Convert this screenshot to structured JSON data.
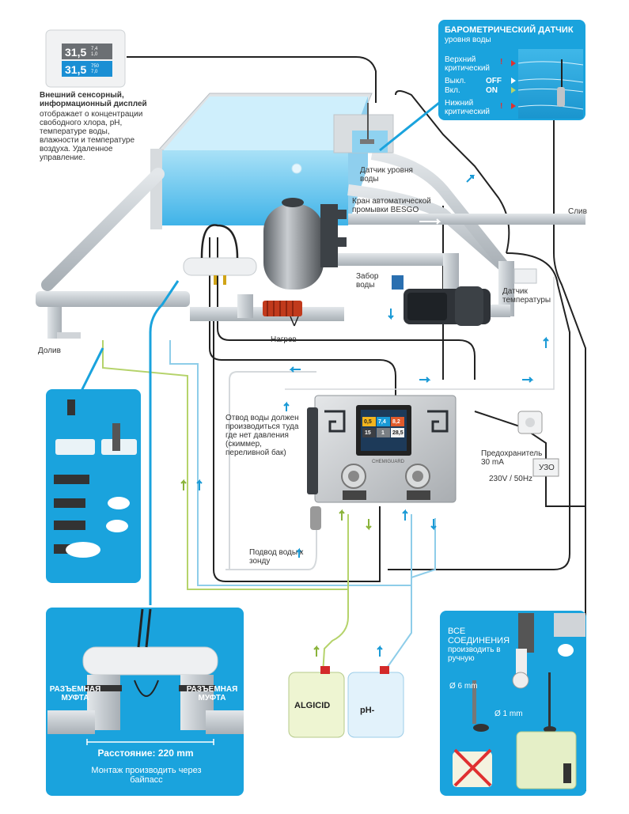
{
  "display_device": {
    "value_top": "31,5",
    "value_bottom": "31,5",
    "small_top_1": "7,4",
    "small_top_2": "1,0",
    "small_bot_1": "750",
    "small_bot_2": "7,0",
    "caption_title": "Внешний сенсорный, информационный дисплей",
    "caption_body": "отображает о концентрации свободного хлора, pH, температуре воды, влажности и температуре воздуха. Удаленное управление."
  },
  "sensor_panel": {
    "title": "БАРОМЕТРИЧЕСКИЙ ДАТЧИК",
    "subtitle": "уровня воды",
    "rows": [
      {
        "label": "Верхний критический",
        "mark": "!"
      },
      {
        "label": "Выкл.",
        "state": "OFF"
      },
      {
        "label": "Вкл.",
        "state": "ON"
      },
      {
        "label": "Нижний критический",
        "mark": "!"
      }
    ]
  },
  "labels": {
    "level_sensor": "Датчик уровня воды",
    "flush_valve": "Кран автоматической промывки BESGO",
    "drain": "Слив",
    "water_intake": "Забор воды",
    "temp_sensor": "Датчик температуры",
    "heating": "Нагрев",
    "refill": "Долив",
    "water_return": "Отвод воды должен производиться туда где нет давления (скиммер, переливной бак)",
    "water_supply_probe": "Подвод воды к зонду",
    "fuse": "Предохранитель 30 mA",
    "voltage": "230V / 50Hz",
    "rcd": "УЗО"
  },
  "controller": {
    "brand": "CHEMIGUARD",
    "screen": [
      "0,5",
      "7,4",
      "8,2",
      "15",
      "1",
      "28,5"
    ]
  },
  "canisters": {
    "left": "ALGICID",
    "right": "pH-"
  },
  "bypass_panel": {
    "coupling_left": "РАЗЪЕМНАЯ МУФТА",
    "coupling_right": "РАЗЪЕМНАЯ МУФТА",
    "distance": "Расстояние: 220 mm",
    "note": "Монтаж производить через байпасс"
  },
  "connections_panel": {
    "title": "ВСЕ СОЕДИНЕНИЯ",
    "subtitle": "производить в ручную",
    "d6": "Ø 6 mm",
    "d1": "Ø 1 mm"
  },
  "colors": {
    "panel_blue": "#1aa3dd",
    "pool_water": "#5fc4ef",
    "pipe_gray": "#c9ced2",
    "green_line": "#b5d36b",
    "light_blue_line": "#8ecde9",
    "arrow_blue": "#1a9ad6",
    "arrow_green": "#8ab33a",
    "red": "#e03030"
  }
}
